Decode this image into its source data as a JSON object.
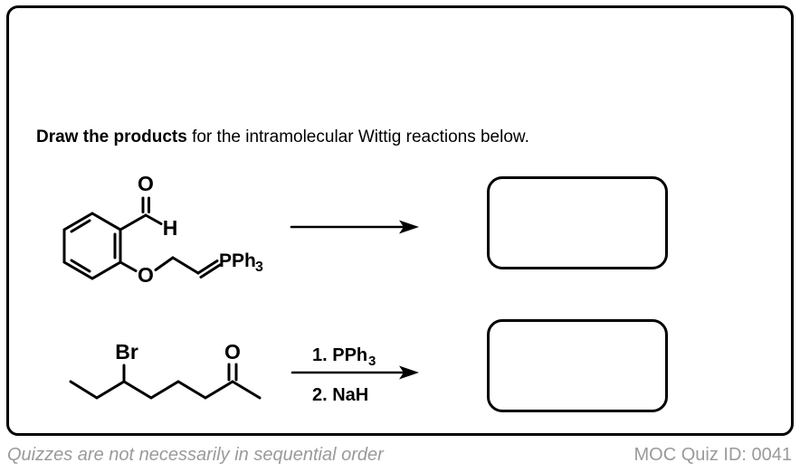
{
  "instruction": {
    "bold": "Draw the products",
    "rest": " for the intramolecular Wittig reactions below."
  },
  "reaction1": {
    "labels": {
      "aldehyde_oxygen": "O",
      "aldehyde_hydrogen": "H",
      "ether_oxygen": "O",
      "ylide_group": "PPh",
      "ylide_subscript": "3"
    }
  },
  "reaction2": {
    "labels": {
      "bromine": "Br",
      "ketone_oxygen": "O"
    },
    "conditions": [
      {
        "main": "1. PPh",
        "sub": "3"
      },
      {
        "main": "2. NaH",
        "sub": ""
      }
    ]
  },
  "footer": {
    "left_note": "Quizzes are not necessarily in sequential order",
    "right_id": "MOC Quiz ID: 0041"
  },
  "colors": {
    "ink": "#000000",
    "muted": "#9a9a9a",
    "background": "#ffffff"
  }
}
